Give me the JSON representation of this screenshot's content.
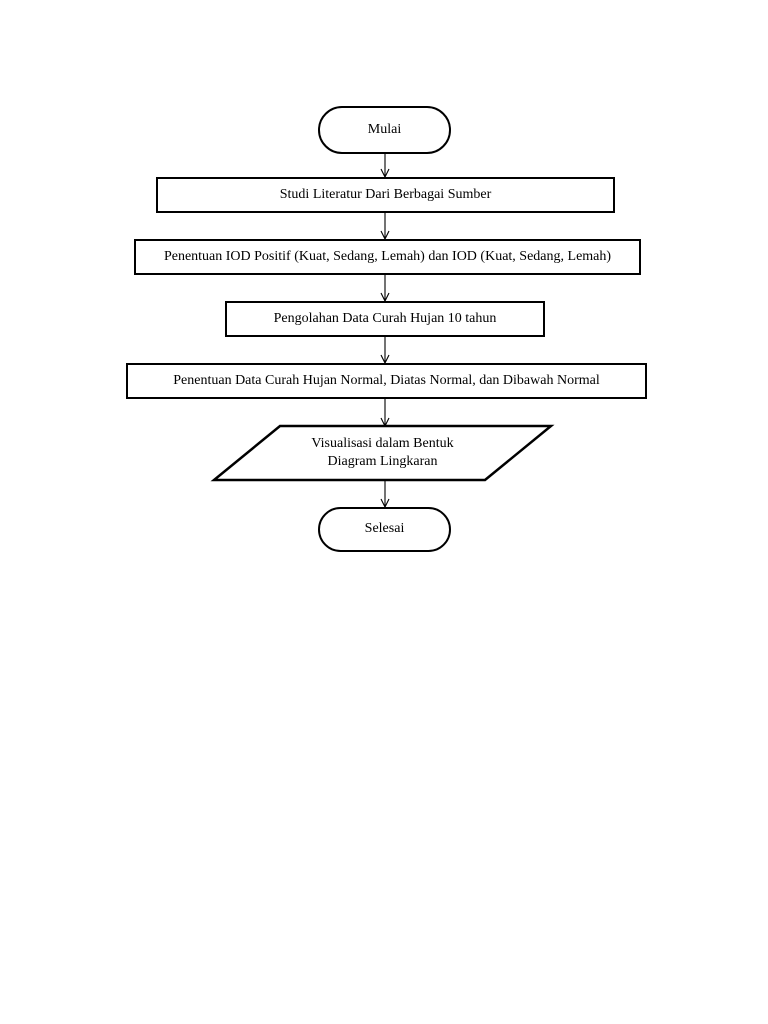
{
  "flowchart": {
    "start": "Mulai",
    "steps": [
      "Studi Literatur Dari Berbagai Sumber",
      "Penentuan IOD Positif (Kuat, Sedang, Lemah) dan IOD (Kuat, Sedang, Lemah)",
      "Pengolahan Data Curah Hujan 10 tahun",
      "Penentuan Data Curah Hujan Normal, Diatas  Normal, dan Dibawah Normal"
    ],
    "output": {
      "line1": "Visualisasi dalam Bentuk",
      "line2": "Diagram Lingkaran"
    },
    "end": "Selesai"
  }
}
